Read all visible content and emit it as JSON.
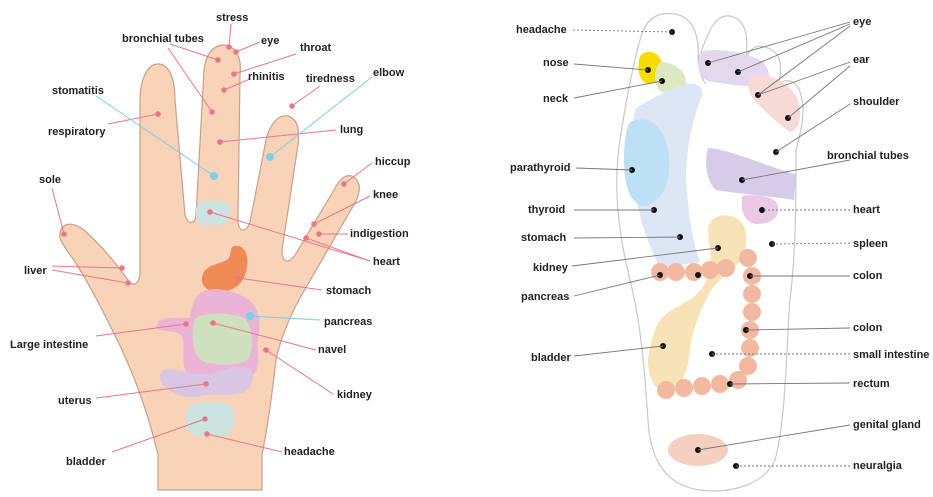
{
  "hand": {
    "labels": {
      "stress": "stress",
      "eye": "eye",
      "bronchial_tubes": "bronchial tubes",
      "throat": "throat",
      "rhinitis": "rhinitis",
      "tiredness": "tiredness",
      "elbow": "elbow",
      "stomatitis": "stomatitis",
      "respiratory": "respiratory",
      "lung": "lung",
      "hiccup": "hiccup",
      "sole": "sole",
      "knee": "knee",
      "indigestion": "indigestion",
      "heart": "heart",
      "liver": "liver",
      "stomach": "stomach",
      "pancreas": "pancreas",
      "large_intestine": "Large intestine",
      "navel": "navel",
      "kidney": "kidney",
      "uterus": "uterus",
      "bladder": "bladder",
      "headache": "headache"
    }
  },
  "foot": {
    "labels": {
      "headache": "headache",
      "nose": "nose",
      "neck": "neck",
      "parathyroid": "parathyroid",
      "thyroid": "thyroid",
      "stomach": "stomach",
      "kidney": "kidney",
      "pancreas": "pancreas",
      "bladder": "bladder",
      "eye": "eye",
      "ear": "ear",
      "shoulder": "shoulder",
      "bronchial_tubes": "bronchial tubes",
      "heart": "heart",
      "spleen": "spleen",
      "colon_upper": "colon",
      "colon_lower": "colon",
      "small_intestine": "small intestine",
      "rectum": "rectum",
      "genital_gland": "genital gland",
      "neuralgia": "neuralgia"
    }
  },
  "colors": {
    "skin": "#f8d3b8",
    "skin_outline": "#c9a08a",
    "point_pink": "#e8778a",
    "point_blue": "#7ccfe8",
    "stomach": "#f08a55",
    "intestine": "#e9b2d6",
    "intestine_inner": "#cfe0bf",
    "uterus": "#d9c6e3",
    "bladder": "#cde3e0",
    "foot_headache_area": "#ffffff",
    "nose": "#f6dc00",
    "neck": "#dbe8c0",
    "parathyroid": "#bde0f4",
    "thyroid_band": "#dde6f4",
    "eye_lilac": "#e3d8ee",
    "ear_pink": "#f7d9d6",
    "bronchial": "#d7cce8",
    "heart_pink": "#ebc8e3",
    "kidney_yellow": "#f8e2b8",
    "colon": "#f2b9a0",
    "genital": "#f5cfc0"
  }
}
